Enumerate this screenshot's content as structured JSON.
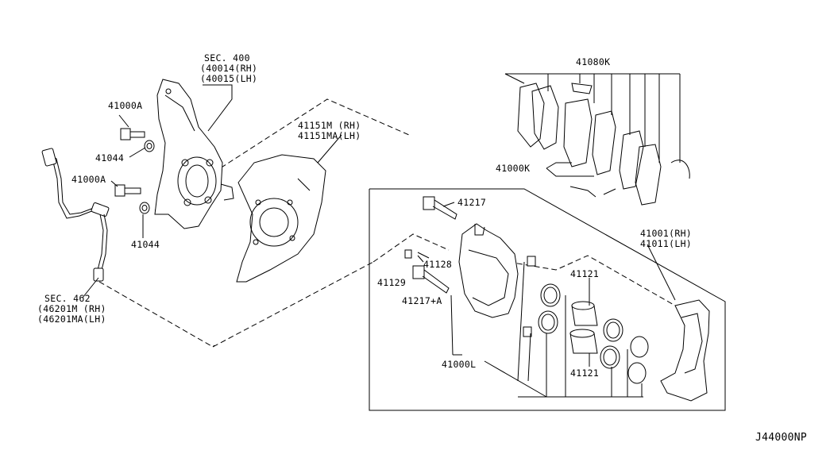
{
  "labels": {
    "sec400": "SEC. 400",
    "p40014": "(40014(RH)",
    "p40015": "(40015(LH)",
    "p41000A_top": "41000A",
    "p41044_top": "41044",
    "p41000A_mid": "41000A",
    "p41044_bot": "41044",
    "p41151M": "41151M (RH)",
    "p41151MA": "41151MA(LH)",
    "sec462": "SEC. 462",
    "p46201M": "(46201M (RH)",
    "p46201MA": "(46201MA(LH)",
    "p41080K": "41080K",
    "p41000K": "41000K",
    "p41217": "41217",
    "p41128": "41128",
    "p41129": "41129",
    "p41217A": "41217+A",
    "p41000L": "41000L",
    "p41121_top": "41121",
    "p41121_bot": "41121",
    "p41001": "41001(RH)",
    "p41011": "41011(LH)",
    "code": "J44000NP"
  }
}
